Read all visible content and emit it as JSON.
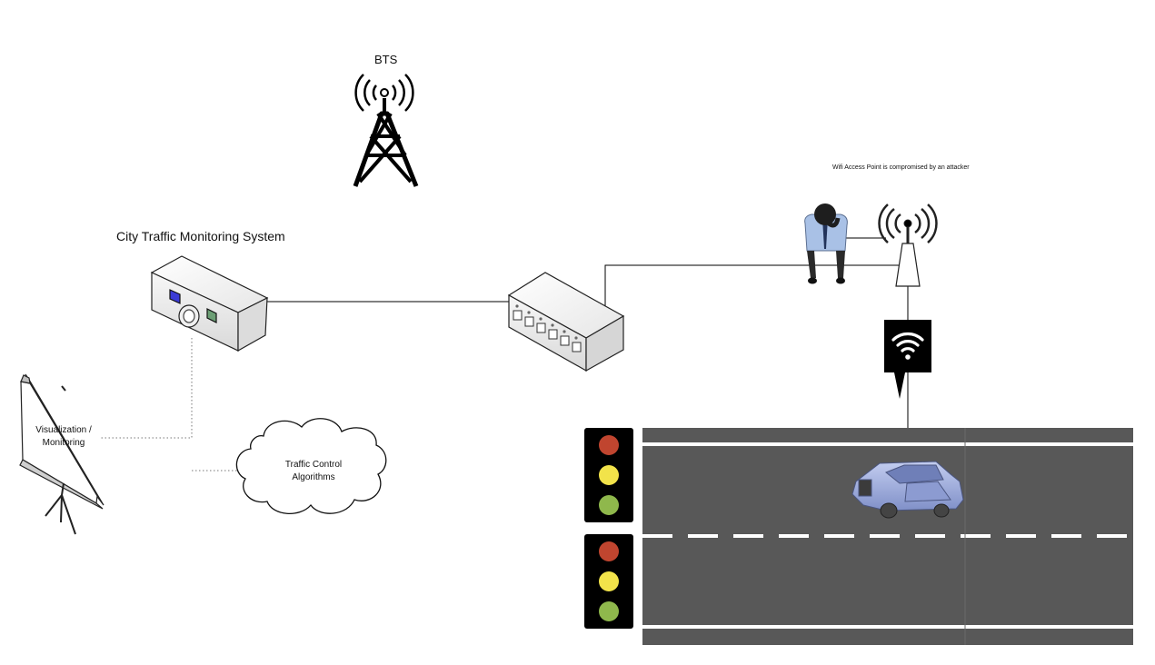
{
  "labels": {
    "bts": "BTS",
    "city_traffic_monitoring_system": "City Traffic Monitoring System",
    "attacker_note": "Wifi Access Point is compromised by an attacker",
    "visualization": "Visualization / Monitoring",
    "traffic_control": "Traffic Control Algorithms"
  },
  "icons": {
    "bts_tower": "radio-tower-icon",
    "monitoring_server": "server-icon",
    "network_switch": "network-switch-icon",
    "attacker": "attacker-person-icon",
    "wifi_access_point": "wifi-access-point-icon",
    "wifi_sign": "wifi-icon",
    "projector_screen": "projector-screen-icon",
    "cloud": "cloud-icon",
    "car": "car-icon",
    "traffic_lights": "traffic-light-icon"
  },
  "colors": {
    "road": "#585858",
    "lane_marking": "#ffffff",
    "light_red": "#c0452f",
    "light_yellow": "#f2e34a",
    "light_green": "#8fb84c",
    "car_body": "#9aa8d8",
    "switch_body": "#f2f2f2",
    "line": "#000000"
  }
}
